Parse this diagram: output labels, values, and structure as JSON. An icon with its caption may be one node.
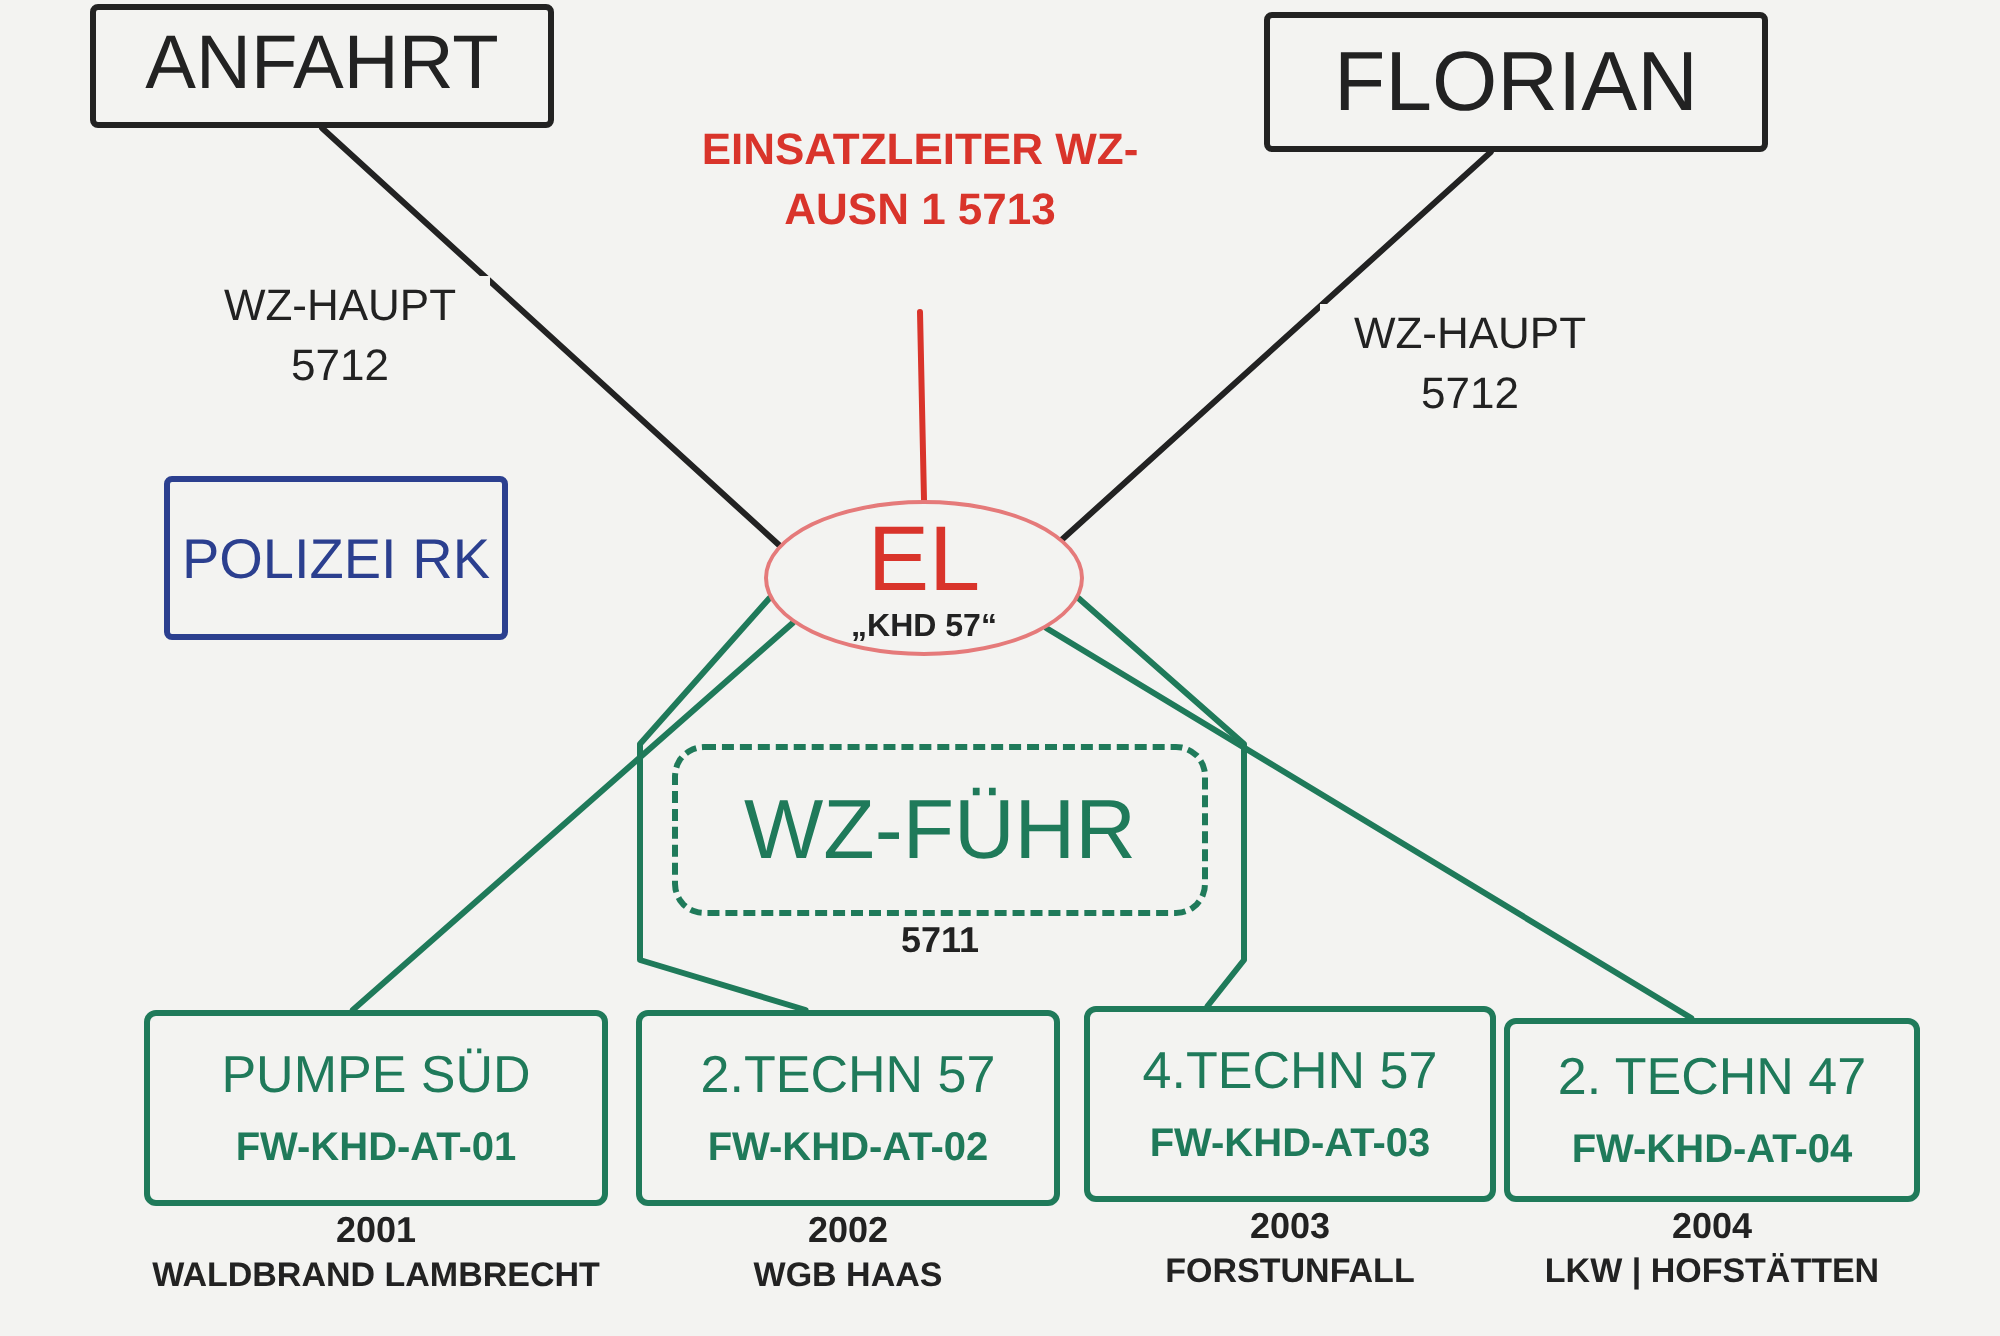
{
  "diagram": {
    "nodes": [
      {
        "text": [
          "ANFAHRT"
        ]
      },
      {
        "text": [
          "FLORIAN"
        ]
      },
      {
        "text": [
          "EINSATZLEITER WZ-AUSN 1 5713"
        ]
      },
      {
        "text": [
          "POLIZEI RK"
        ]
      },
      {
        "text": [
          "EL",
          "„KHD 57“"
        ]
      },
      {
        "text": [
          "WZ-FÜHR"
        ],
        "beside": [
          "5711"
        ]
      },
      {
        "text": [
          "PUMPE SÜD",
          "FW-KHD-AT-01"
        ],
        "beside": [
          "2001",
          "WALDBRAND LAMBRECHT"
        ]
      },
      {
        "text": [
          "2.TECHN 57",
          "FW-KHD-AT-02"
        ],
        "beside": [
          "2002",
          "WGB HAAS"
        ]
      },
      {
        "text": [
          "4.TECHN 57",
          "FW-KHD-AT-03"
        ],
        "beside": [
          "2003",
          "FORSTUNFALL"
        ]
      },
      {
        "text": [
          "2. TECHN 47",
          "FW-KHD-AT-04"
        ],
        "beside": [
          "2004",
          "LKW | HOFSTÄTTEN"
        ]
      }
    ],
    "edges": [
      {
        "from": 0,
        "to": 4,
        "arrow": "none",
        "label": "WZ-HAUPT 5712",
        "color": "#222222"
      },
      {
        "from": 1,
        "to": 4,
        "arrow": "none",
        "label": "WZ-HAUPT 5712",
        "color": "#222222"
      },
      {
        "from": 2,
        "to": 4,
        "arrow": "none",
        "color": "#d9342b"
      },
      {
        "from": 4,
        "to": 6,
        "arrow": "none"
      },
      {
        "from": 4,
        "to": 7,
        "arrow": "none"
      },
      {
        "from": 4,
        "to": 8,
        "arrow": "none"
      },
      {
        "from": 4,
        "to": 9,
        "arrow": "none"
      }
    ]
  }
}
